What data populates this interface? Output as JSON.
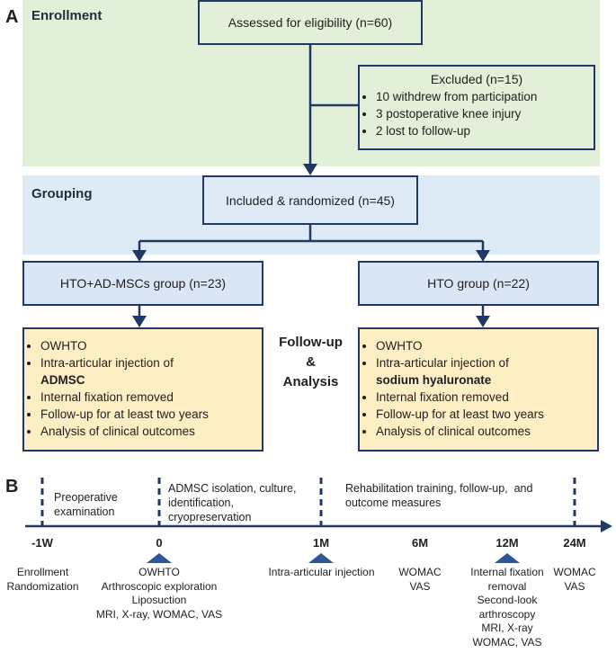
{
  "panel_a_label": "A",
  "panel_b_label": "B",
  "bands": {
    "enrollment": "Enrollment",
    "grouping": "Grouping"
  },
  "boxes": {
    "assessed": "Assessed for eligibility (n=60)",
    "excluded_title": "Excluded (n=15)",
    "excluded_items": [
      "10 withdrew from participation",
      "3 postoperative knee injury",
      "2 lost to follow-up"
    ],
    "randomized": "Included & randomized (n=45)",
    "group_left": "HTO+AD-MSCs group (n=23)",
    "group_right": "HTO group (n=22)",
    "left_items": [
      "OWHTO",
      "Intra-articular injection of",
      "ADMSC",
      "Internal fixation removed",
      "Follow-up for at least two years",
      "Analysis of clinical outcomes"
    ],
    "right_items": [
      "OWHTO",
      "Intra-articular injection of",
      "sodium hyaluronate",
      "Internal fixation removed",
      "Follow-up for at least two years",
      "Analysis of clinical outcomes"
    ]
  },
  "followup_label": [
    "Follow-up",
    "&",
    "Analysis"
  ],
  "timeline": {
    "phases": [
      "Preoperative\nexamination",
      "ADMSC isolation, culture,\nidentification,\ncryopreservation",
      "Rehabilitation training, follow-up,  and\noutcome measures"
    ],
    "ticks": [
      "-1W",
      "0",
      "1M",
      "6M",
      "12M",
      "24M"
    ],
    "under": [
      "Enrollment\nRandomization",
      "OWHTO\nArthroscopic exploration\nLiposuction\nMRI, X-ray, WOMAC, VAS",
      "Intra-articular injection",
      "WOMAC\nVAS",
      "Internal fixation\nremoval\nSecond-look\narthroscopy\nMRI, X-ray\nWOMAC, VAS",
      "WOMAC\nVAS"
    ]
  },
  "colors": {
    "border": "#1f3864",
    "enrollment_bg": "#e2efd9",
    "grouping_bg": "#deebf7",
    "group_box_bg": "#dae6f5",
    "followup_bg": "#fdeec4"
  }
}
